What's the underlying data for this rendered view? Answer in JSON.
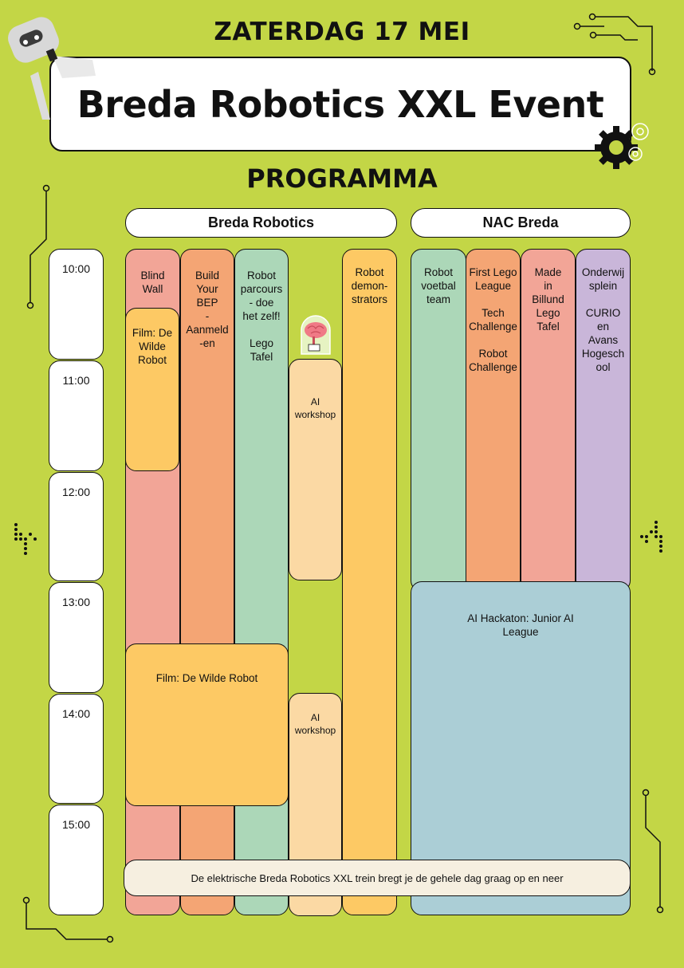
{
  "header": {
    "date": "ZATERDAG 17 MEI",
    "title": "Breda Robotics XXL Event",
    "section": "PROGRAMMA"
  },
  "groups": {
    "breda": "Breda Robotics",
    "nac": "NAC Breda"
  },
  "times": [
    "10:00",
    "11:00",
    "12:00",
    "13:00",
    "14:00",
    "15:00"
  ],
  "columns": {
    "blind_wall": "Blind\nWall",
    "build_bep": "Build\nYour\nBEP\n-\nAanmeld\n-en",
    "parcours": "Robot\nparcours\n- doe\nhet zelf!\n\nLego\nTafel",
    "demonstrators": "Robot\ndemon-\nstrators",
    "voetbal": "Robot\nvoetbal\nteam",
    "first_lego": "First Lego\nLeague\n\nTech\nChallenge\n\nRobot\nChallenge",
    "billund": "Made\nin\nBillund\nLego\nTafel",
    "onderwijs": "Onderwij\nsplein\n\nCURIO\nen\nAvans\nHogesch\nool"
  },
  "blocks": {
    "film_morning": "Film: De\nWilde\nRobot",
    "ai_workshop_1": "AI\nworkshop",
    "film_afternoon": "Film: De Wilde Robot",
    "ai_workshop_2": "AI\nworkshop",
    "hackathon": "AI Hackaton: Junior AI\nLeague"
  },
  "banner": "De elektrische Breda Robotics XXL trein bregt je de gehele dag graag op en neer",
  "colors": {
    "background": "#c3d646",
    "salmon": "#f2a597",
    "orange": "#f4a574",
    "green": "#acd7b8",
    "yellow": "#fdc964",
    "peach": "#fbd9a4",
    "purple": "#c9b6d9",
    "teal": "#abced6",
    "cream": "#f6efe0"
  },
  "icons": [
    "robot-icon",
    "brain-jar-icon",
    "gear-icon",
    "circuit-icon"
  ]
}
